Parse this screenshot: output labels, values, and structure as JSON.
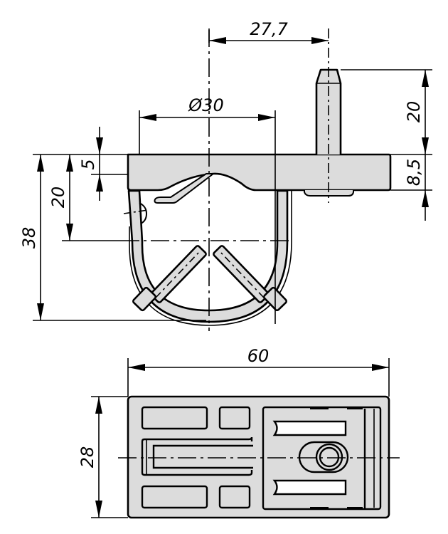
{
  "drawing": {
    "title": "Cable clip with pin - technical drawing",
    "views": [
      "side-view",
      "top-view"
    ],
    "colors": {
      "part_fill": "#dcdcdc",
      "line": "#000000",
      "background": "#ffffff"
    }
  },
  "dimensions": {
    "side_view": {
      "pin_offset": "27,7",
      "clip_diameter": "Ø30",
      "pin_height": "20",
      "base_thickness": "8,5",
      "top_offset": "5",
      "center_height": "20",
      "total_height": "38"
    },
    "top_view": {
      "length": "60",
      "width": "28"
    }
  }
}
